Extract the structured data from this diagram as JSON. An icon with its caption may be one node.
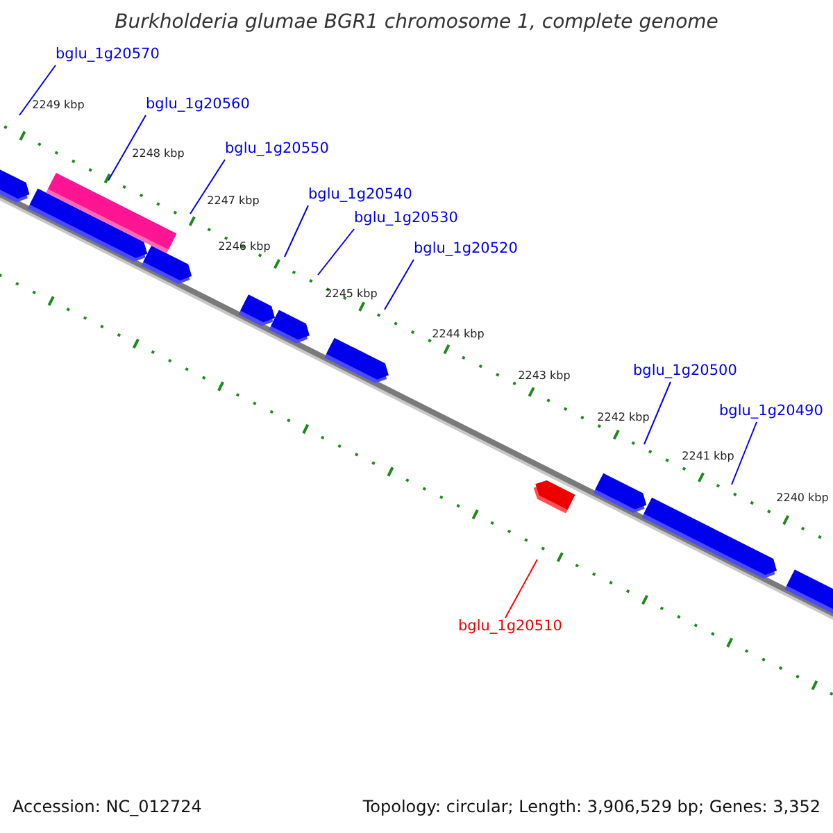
{
  "diagram": {
    "title": "Burkholderia glumae BGR1 chromosome 1, complete genome",
    "nodes": [
      {
        "text": [
          "bglu_1g20570"
        ]
      },
      {
        "text": [
          "bglu_1g20560"
        ]
      },
      {
        "text": [
          "bglu_1g20550"
        ]
      },
      {
        "text": [
          "bglu_1g20540"
        ]
      },
      {
        "text": [
          "bglu_1g20530"
        ]
      },
      {
        "text": [
          "bglu_1g20520"
        ]
      },
      {
        "text": [
          "bglu_1g20500"
        ]
      },
      {
        "text": [
          "bglu_1g20490"
        ]
      },
      {
        "text": [
          "bglu_1g20510"
        ]
      }
    ],
    "edges": [
      {
        "from": 0,
        "to": null,
        "arrow": "none"
      },
      {
        "from": 1,
        "to": null,
        "arrow": "none"
      },
      {
        "from": 2,
        "to": null,
        "arrow": "none"
      },
      {
        "from": 3,
        "to": null,
        "arrow": "none"
      },
      {
        "from": 4,
        "to": null,
        "arrow": "none"
      },
      {
        "from": 5,
        "to": null,
        "arrow": "none"
      },
      {
        "from": 6,
        "to": null,
        "arrow": "none"
      },
      {
        "from": 7,
        "to": null,
        "arrow": "none"
      },
      {
        "from": 8,
        "to": null,
        "arrow": "none",
        "color": "#ff0000"
      }
    ],
    "labels": [
      "2249 kbp",
      "2248 kbp",
      "2247 kbp",
      "2246 kbp",
      "2245 kbp",
      "2244 kbp",
      "2243 kbp",
      "2242 kbp",
      "2241 kbp",
      "2240 kbp",
      "Accession: NC_012724",
      "Topology: circular; Length: 3,906,529 bp; Genes: 3,352"
    ]
  }
}
